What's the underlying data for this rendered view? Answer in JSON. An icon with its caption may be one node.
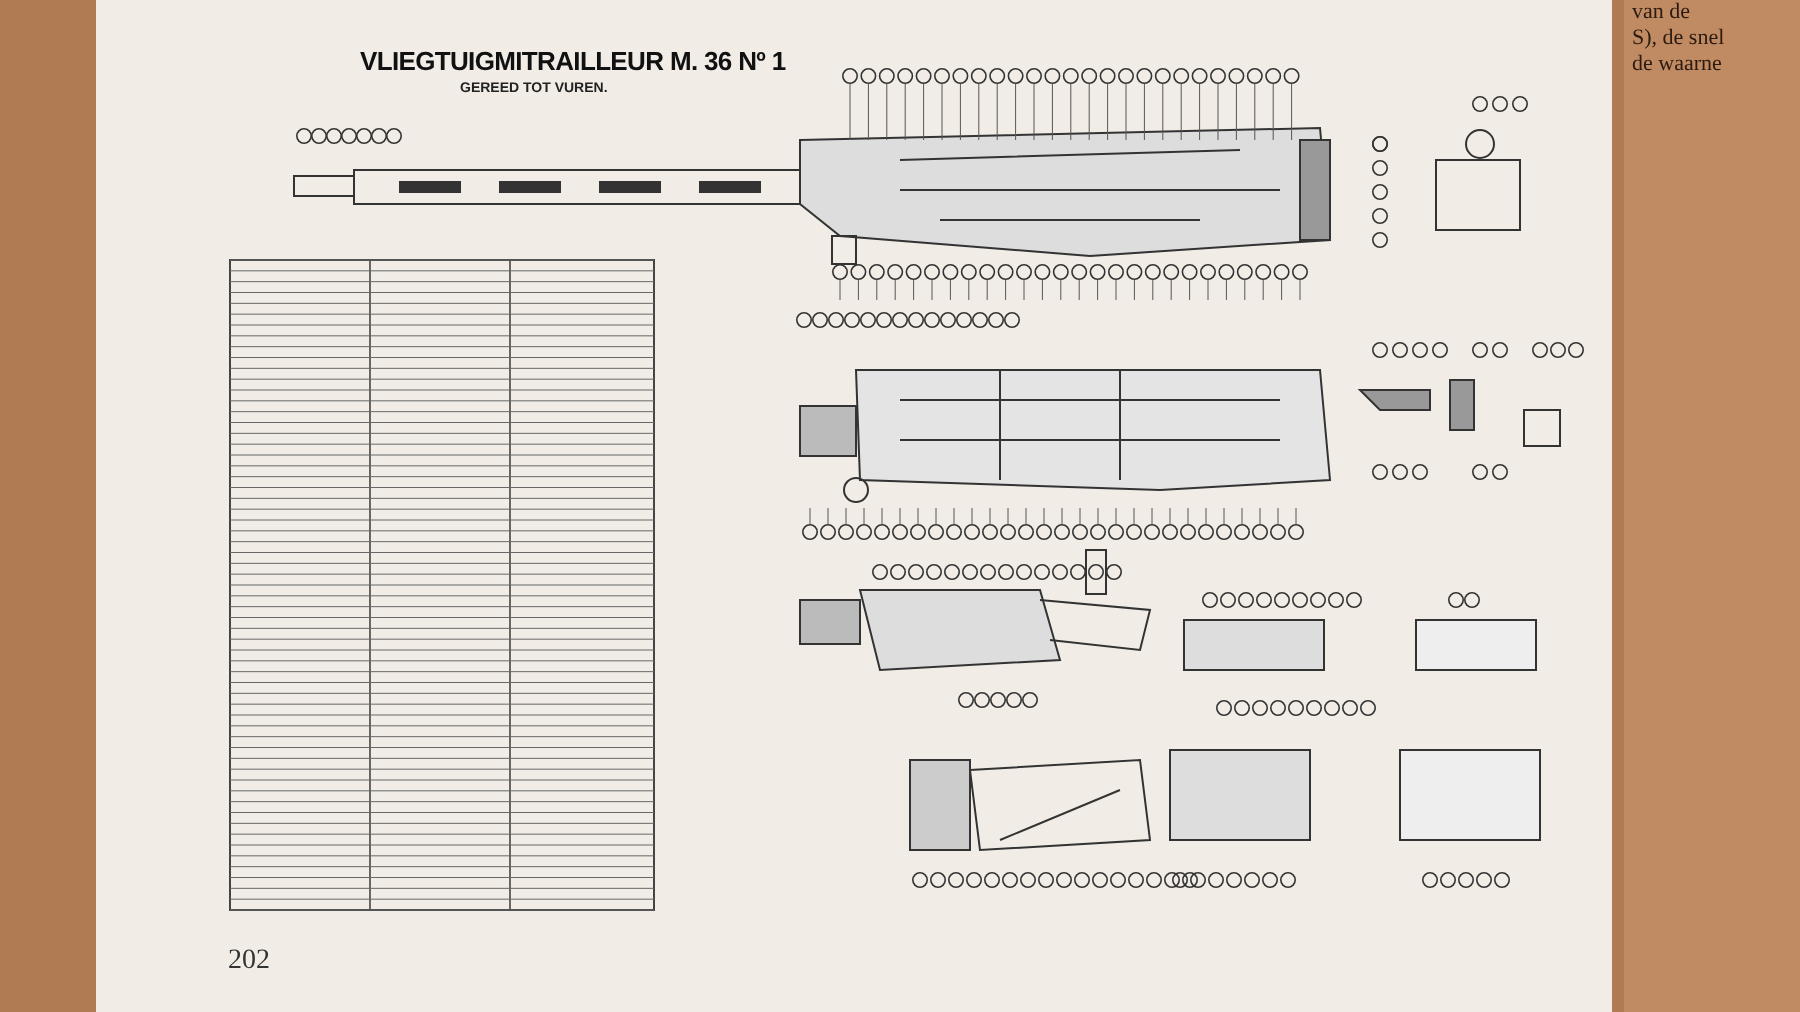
{
  "diagram": {
    "title": "VLIEGTUIGMITRAILLEUR M. 36 Nº 1",
    "labels": [
      "GEREED TOT VUREN.",
      "202",
      "van de",
      "S), de snel",
      "de waarne"
    ]
  }
}
